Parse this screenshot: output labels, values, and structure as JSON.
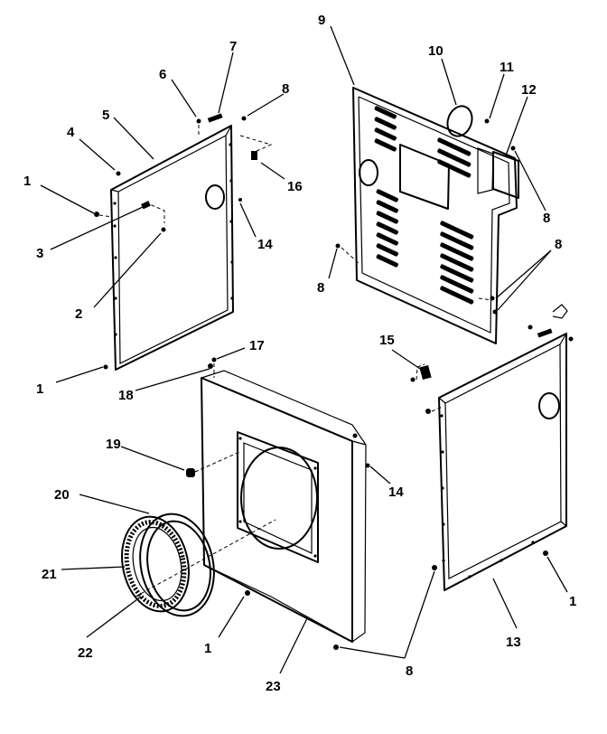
{
  "diagram": {
    "callouts": [
      {
        "id": "c1a",
        "text": "1"
      },
      {
        "id": "c1b",
        "text": "1"
      },
      {
        "id": "c1c",
        "text": "1"
      },
      {
        "id": "c1d",
        "text": "1"
      },
      {
        "id": "c2",
        "text": "2"
      },
      {
        "id": "c3",
        "text": "3"
      },
      {
        "id": "c4",
        "text": "4"
      },
      {
        "id": "c5",
        "text": "5"
      },
      {
        "id": "c6",
        "text": "6"
      },
      {
        "id": "c7",
        "text": "7"
      },
      {
        "id": "c8a",
        "text": "8"
      },
      {
        "id": "c8b",
        "text": "8"
      },
      {
        "id": "c8c",
        "text": "8"
      },
      {
        "id": "c8d",
        "text": "8"
      },
      {
        "id": "c8e",
        "text": "8"
      },
      {
        "id": "c9",
        "text": "9"
      },
      {
        "id": "c10",
        "text": "10"
      },
      {
        "id": "c11",
        "text": "11"
      },
      {
        "id": "c12",
        "text": "12"
      },
      {
        "id": "c13",
        "text": "13"
      },
      {
        "id": "c14a",
        "text": "14"
      },
      {
        "id": "c14b",
        "text": "14"
      },
      {
        "id": "c15",
        "text": "15"
      },
      {
        "id": "c16",
        "text": "16"
      },
      {
        "id": "c17",
        "text": "17"
      },
      {
        "id": "c18",
        "text": "18"
      },
      {
        "id": "c19",
        "text": "19"
      },
      {
        "id": "c20",
        "text": "20"
      },
      {
        "id": "c21",
        "text": "21"
      },
      {
        "id": "c22",
        "text": "22"
      },
      {
        "id": "c23",
        "text": "23"
      }
    ]
  }
}
